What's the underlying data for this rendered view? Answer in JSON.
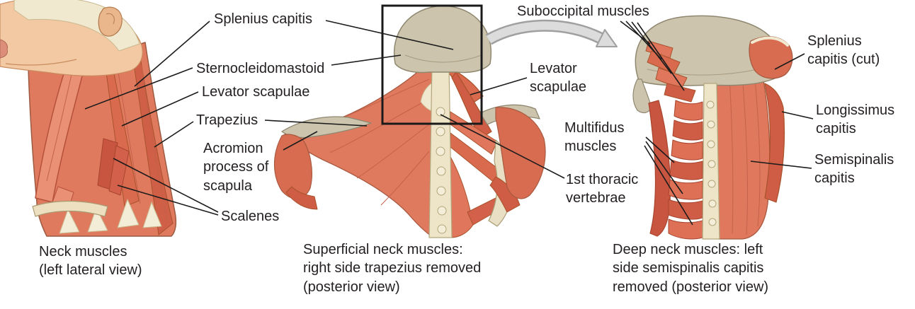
{
  "title": "Neck muscles anatomical diagram",
  "colors": {
    "background": "#ffffff",
    "muscle": "#e0785d",
    "muscle_dark": "#c85540",
    "muscle_mid": "#d96a4e",
    "muscle_light": "#ea9075",
    "tendon_cream": "#f0e8cf",
    "bone": "#ccc4ad",
    "skin": "#f3c9a4",
    "scalp": "#f1e8d0",
    "leader_line": "#1c1c1c",
    "text": "#252122",
    "inset_box": "#1a1a1a",
    "arrow_fill": "#dcdcdc",
    "arrow_outline": "#a0a0a0"
  },
  "labels": [
    {
      "id": "splenius-capitis",
      "text": "Splenius capitis"
    },
    {
      "id": "sternocleidomastoid",
      "text": "Sternocleidomastoid"
    },
    {
      "id": "levator-scapulae-lateral",
      "text": "Levator scapulae"
    },
    {
      "id": "trapezius",
      "text": "Trapezius"
    },
    {
      "id": "acromion-process-of-scapula",
      "text": "Acromion process of scapula",
      "lines": [
        "Acromion",
        "process of",
        "scapula"
      ]
    },
    {
      "id": "scalenes",
      "text": "Scalenes"
    },
    {
      "id": "suboccipital-muscles",
      "text": "Suboccipital muscles"
    },
    {
      "id": "levator-scapulae-posterior",
      "text": "Levator scapulae",
      "lines": [
        "Levator",
        "scapulae"
      ]
    },
    {
      "id": "multifidus-muscles",
      "text": "Multifidus muscles",
      "lines": [
        "Multifidus",
        "muscles"
      ]
    },
    {
      "id": "first-thoracic-vertebrae",
      "text": "1st thoracic vertebrae",
      "lines": [
        "1st thoracic",
        "vertebrae"
      ]
    },
    {
      "id": "splenius-capitis-cut",
      "text": "Splenius capitis (cut)",
      "lines": [
        "Splenius",
        "capitis (cut)"
      ]
    },
    {
      "id": "longissimus-capitis",
      "text": "Longissimus capitis",
      "lines": [
        "Longissimus",
        "capitis"
      ]
    },
    {
      "id": "semispinalis-capitis",
      "text": "Semispinalis capitis",
      "lines": [
        "Semispinalis",
        "capitis"
      ]
    }
  ],
  "captions": [
    {
      "id": "lateral-view",
      "text": "Neck muscles (left lateral view)",
      "lines": [
        "Neck muscles",
        "(left lateral view)"
      ]
    },
    {
      "id": "superficial-posterior-view",
      "text": "Superficial neck muscles: right side trapezius removed (posterior view)",
      "lines": [
        "Superficial neck muscles:",
        "right side trapezius removed",
        "(posterior view)"
      ]
    },
    {
      "id": "deep-posterior-view",
      "text": "Deep neck muscles: left side semispinalis capitis removed (posterior view)",
      "lines": [
        "Deep neck muscles: left",
        "side semispinalis capitis",
        "removed (posterior view)"
      ]
    }
  ]
}
